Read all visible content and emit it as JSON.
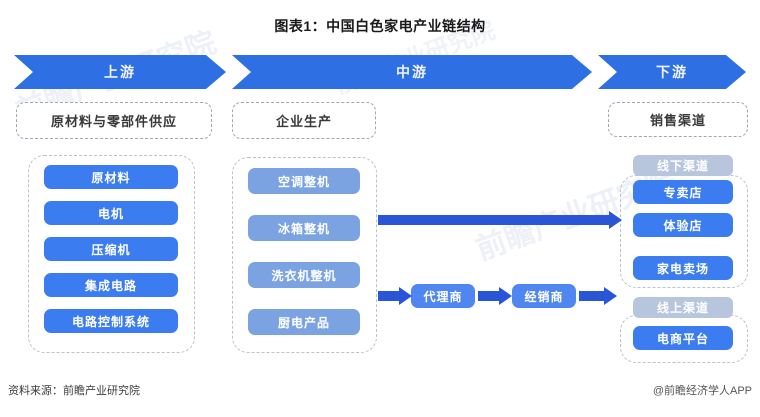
{
  "chart_data": {
    "type": "diagram",
    "title": "图表1：中国白色家电产业链结构",
    "stages": [
      "上游",
      "中游",
      "下游"
    ],
    "nodes": {
      "upstream": [
        "原材料",
        "电机",
        "压缩机",
        "集成电路",
        "电路控制系统"
      ],
      "midstream": [
        "空调整机",
        "冰箱整机",
        "洗衣机整机",
        "厨电产品"
      ],
      "distribution": [
        "代理商",
        "经销商"
      ],
      "offline": [
        "专卖店",
        "体验店",
        "家电卖场"
      ],
      "online": [
        "电商平台"
      ]
    }
  },
  "title": "图表1：中国白色家电产业链结构",
  "banner": {
    "upstream": "上游",
    "midstream": "中游",
    "downstream": "下游"
  },
  "headers": {
    "upstream": "原材料与零部件供应",
    "midstream": "企业生产",
    "downstream": "销售渠道"
  },
  "channels": {
    "offline": "线下渠道",
    "online": "线上渠道"
  },
  "upstream_nodes": [
    {
      "label": "原材料"
    },
    {
      "label": "电机"
    },
    {
      "label": "压缩机"
    },
    {
      "label": "集成电路"
    },
    {
      "label": "电路控制系统"
    }
  ],
  "midstream_nodes": [
    {
      "label": "空调整机"
    },
    {
      "label": "冰箱整机"
    },
    {
      "label": "洗衣机整机"
    },
    {
      "label": "厨电产品"
    }
  ],
  "flow_nodes": [
    {
      "label": "代理商"
    },
    {
      "label": "经销商"
    }
  ],
  "offline_nodes": [
    {
      "label": "专卖店"
    },
    {
      "label": "体验店"
    },
    {
      "label": "家电卖场"
    }
  ],
  "online_nodes": [
    {
      "label": "电商平台"
    }
  ],
  "footer": {
    "source": "资料来源：前瞻产业研究院",
    "credit": "@前瞻经济学人APP"
  },
  "watermarks": [
    {
      "text": "前瞻产业研究院"
    },
    {
      "text": "前瞻产业研究院"
    },
    {
      "text": "前瞻产业研究院"
    }
  ],
  "colors": {
    "banner": "#2f6fe4",
    "node_blue": "#3b7cf0",
    "node_light": "#7ba3e2",
    "channel_pill": "#b7c6dd",
    "arrow": "#2a55d6"
  }
}
